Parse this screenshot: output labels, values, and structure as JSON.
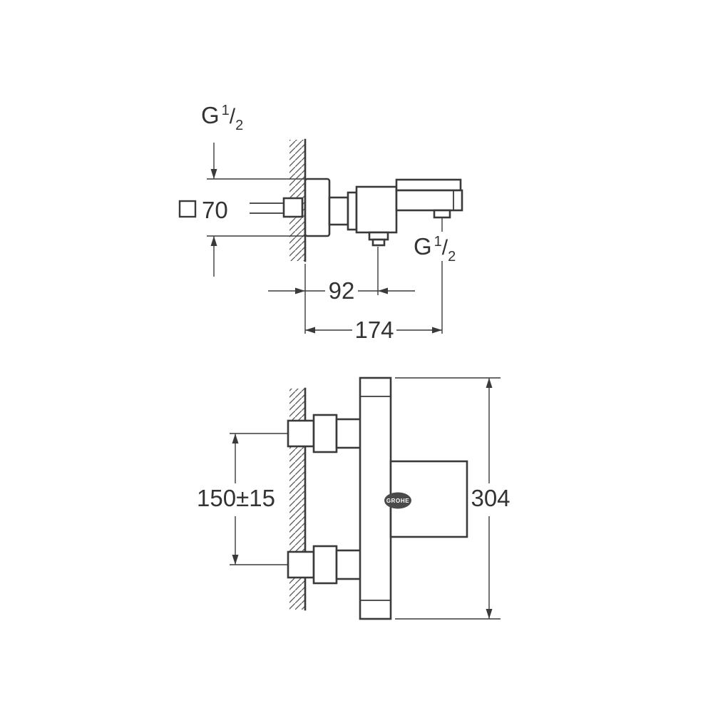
{
  "colors": {
    "line": "#3a3a3a",
    "text": "#333333",
    "background": "#ffffff",
    "logo_fill": "#4a4a4a"
  },
  "side_view": {
    "supply_thread": {
      "base": "G",
      "numerator": "1",
      "slash": "/",
      "denominator": "2"
    },
    "outlet_thread": {
      "base": "G",
      "numerator": "1",
      "slash": "/",
      "denominator": "2"
    },
    "escutcheon_size": "70",
    "spout_offset": "92",
    "spout_reach": "174"
  },
  "plan_view": {
    "connection_spacing": "150±15",
    "overall_length": "304",
    "logo": "GROHE"
  }
}
